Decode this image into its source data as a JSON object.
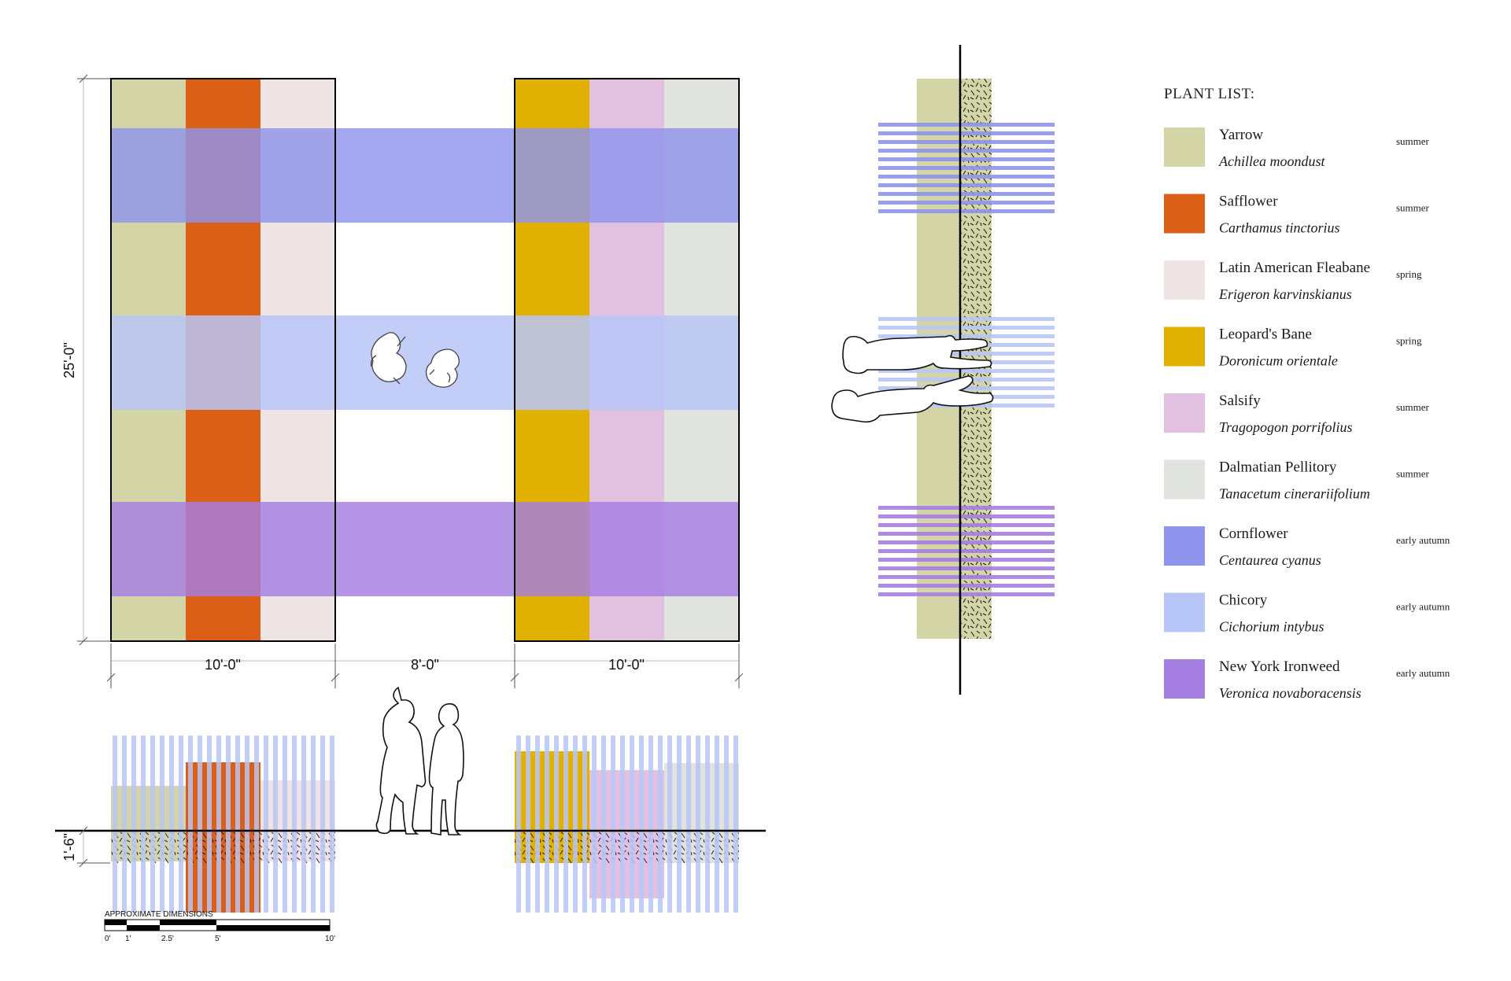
{
  "legend": {
    "title": "PLANT LIST:",
    "items": [
      {
        "common": "Yarrow",
        "latin": "Achillea moondust",
        "season": "summer",
        "color": "#d3d5a6"
      },
      {
        "common": "Safflower",
        "latin": "Carthamus tinctorius",
        "season": "summer",
        "color": "#dc5f18"
      },
      {
        "common": "Latin American Fleabane",
        "latin": "Erigeron karvinskianus",
        "season": "spring",
        "color": "#efe4e4"
      },
      {
        "common": "Leopard's Bane",
        "latin": "Doronicum orientale",
        "season": "spring",
        "color": "#e0b100"
      },
      {
        "common": "Salsify",
        "latin": "Tragopogon porrifolius",
        "season": "summer",
        "color": "#e2c1e0"
      },
      {
        "common": "Dalmatian Pellitory",
        "latin": "Tanacetum cinerariifolium",
        "season": "summer",
        "color": "#e1e3de"
      },
      {
        "common": "Cornflower",
        "latin": "Centaurea cyanus",
        "season": "early autumn",
        "color": "#8f94ec"
      },
      {
        "common": "Chicory",
        "latin": "Cichorium intybus",
        "season": "early autumn",
        "color": "#b8c6f7"
      },
      {
        "common": "New York Ironweed",
        "latin": "Veronica novaboracensis",
        "season": "early autumn",
        "color": "#a57ee2"
      }
    ]
  },
  "dimensions": {
    "height": "25'-0\"",
    "bed_left_width": "10'-0\"",
    "path_width": "8'-0\"",
    "bed_right_width": "10'-0\"",
    "section_depth": "1'-6\""
  },
  "scale_bar": {
    "title": "APPROXIMATE DIMENSIONS",
    "ticks": [
      "0'",
      "1'",
      "2.5'",
      "5'",
      "10'"
    ]
  },
  "colors": {
    "overlay_cornflower": "#8f94ec",
    "overlay_chicory": "#b8c6f7",
    "overlay_ironweed": "#a57ee2"
  }
}
